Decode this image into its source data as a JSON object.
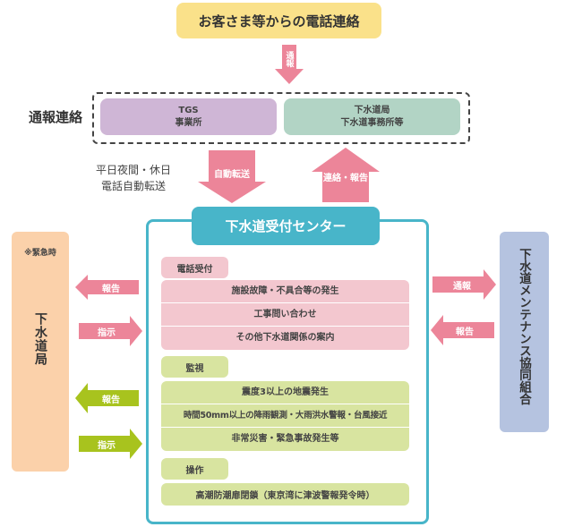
{
  "top": {
    "customer_call": "お客さま等からの電話連絡"
  },
  "arrows": {
    "report_down": "通報",
    "auto_forward": "自動転送",
    "contact_report": "連絡・報告",
    "left_report_pink": "報告",
    "left_instruct_pink": "指示",
    "left_report_green": "報告",
    "left_instruct_green": "指示",
    "right_report_out": "通報",
    "right_report_in": "報告"
  },
  "contact_row": {
    "label": "通報連絡",
    "tgs_line1": "TGS",
    "tgs_line2": "事業所",
    "sewer_line1": "下水道局",
    "sewer_line2": "下水道事務所等"
  },
  "forward_note": {
    "line1": "平日夜間・休日",
    "line2": "電話自動転送"
  },
  "center": {
    "title": "下水道受付センター",
    "sections": [
      {
        "heading": "電話受付",
        "items": [
          "施設故障・不具合等の発生",
          "工事問い合わせ",
          "その他下水道関係の案内"
        ]
      },
      {
        "heading": "監視",
        "items": [
          "震度3以上の地震発生",
          "時間50mm以上の降雨観測・大雨洪水警報・台風接近",
          "非常災害・緊急事故発生等"
        ]
      },
      {
        "heading": "操作",
        "items": [
          "高潮防潮扉閉鎖（東京湾に津波警報発令時）"
        ]
      }
    ]
  },
  "left_box": {
    "note": "※緊急時",
    "title": "下水道局"
  },
  "right_box": {
    "title": "下水道メンテナンス協同組合"
  },
  "colors": {
    "yellow": "#fae18a",
    "purple": "#cfb6d6",
    "teal_green": "#b2d4c5",
    "center_teal": "#48b5c9",
    "pink": "#f3c7cf",
    "pink_arrow": "#ec8599",
    "green": "#d8e4a0",
    "green_arrow": "#a8c31e",
    "orange": "#fbd1aa",
    "blue": "#b5c3e0"
  }
}
